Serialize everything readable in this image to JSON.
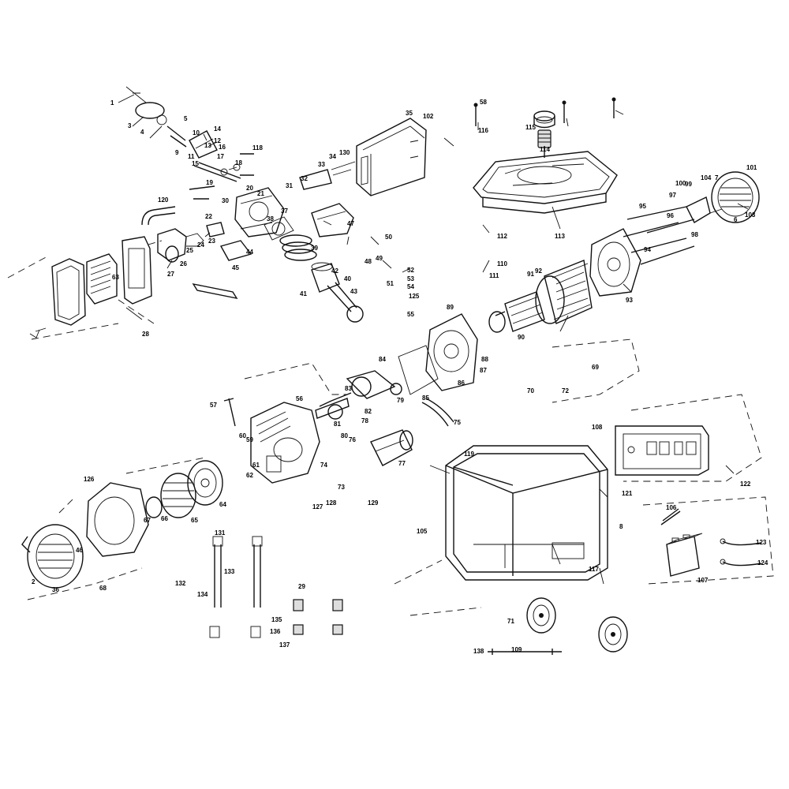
{
  "diagram": {
    "callouts": [
      "1",
      "2",
      "3",
      "4",
      "5",
      "6",
      "7",
      "8",
      "9",
      "10",
      "11",
      "12",
      "13",
      "14",
      "15",
      "16",
      "17",
      "18",
      "19",
      "20",
      "21",
      "22",
      "23",
      "24",
      "25",
      "26",
      "27",
      "28",
      "29",
      "30",
      "31",
      "32",
      "33",
      "34",
      "35",
      "36",
      "37",
      "38",
      "39",
      "40",
      "41",
      "42",
      "43",
      "44",
      "45",
      "46",
      "47",
      "48",
      "49",
      "50",
      "51",
      "52",
      "53",
      "54",
      "55",
      "56",
      "57",
      "58",
      "59",
      "60",
      "61",
      "62",
      "63",
      "64",
      "65",
      "66",
      "67",
      "68",
      "69",
      "70",
      "71",
      "72",
      "73",
      "74",
      "75",
      "76",
      "77",
      "78",
      "79",
      "80",
      "81",
      "82",
      "83",
      "84",
      "85",
      "86",
      "87",
      "88",
      "89",
      "90",
      "91",
      "92",
      "93",
      "94",
      "95",
      "96",
      "97",
      "98",
      "99",
      "100",
      "101",
      "102",
      "103",
      "104",
      "105",
      "106",
      "107",
      "108",
      "109",
      "110",
      "111",
      "112",
      "113",
      "114",
      "115",
      "116",
      "117",
      "118",
      "119",
      "120",
      "121",
      "122",
      "123",
      "124",
      "125",
      "126",
      "127",
      "128",
      "129",
      "130",
      "131",
      "132",
      "133",
      "134",
      "135",
      "136",
      "137",
      "138"
    ]
  }
}
